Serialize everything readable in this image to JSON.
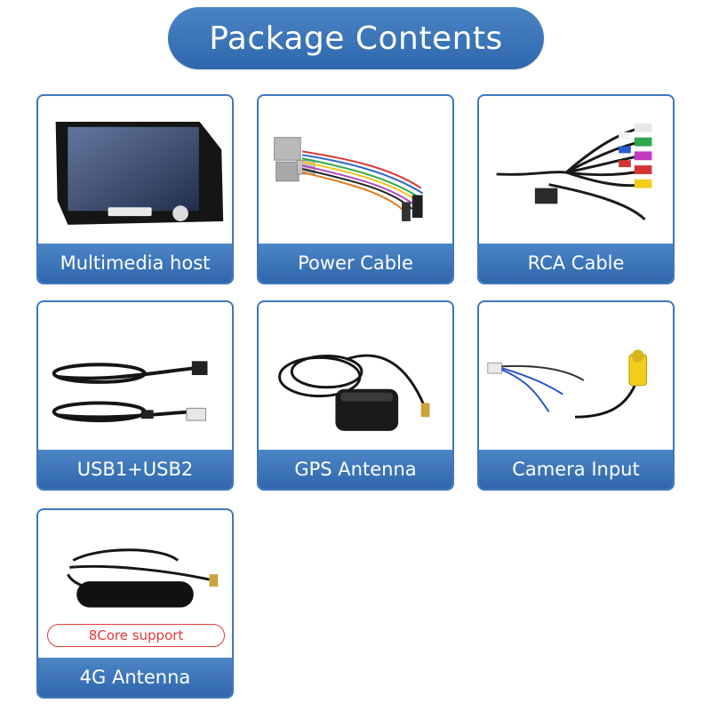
{
  "title": "Package Contents",
  "items": [
    {
      "label": "Multimedia host"
    },
    {
      "label": "Power Cable"
    },
    {
      "label": "RCA Cable"
    },
    {
      "label": "USB1+USB2"
    },
    {
      "label": "GPS Antenna"
    },
    {
      "label": "Camera Input"
    },
    {
      "label": "4G Antenna",
      "badge": "8Core support"
    }
  ],
  "colors": {
    "accent_blue": "#3f77bd",
    "badge_red": "#e23a3a"
  }
}
